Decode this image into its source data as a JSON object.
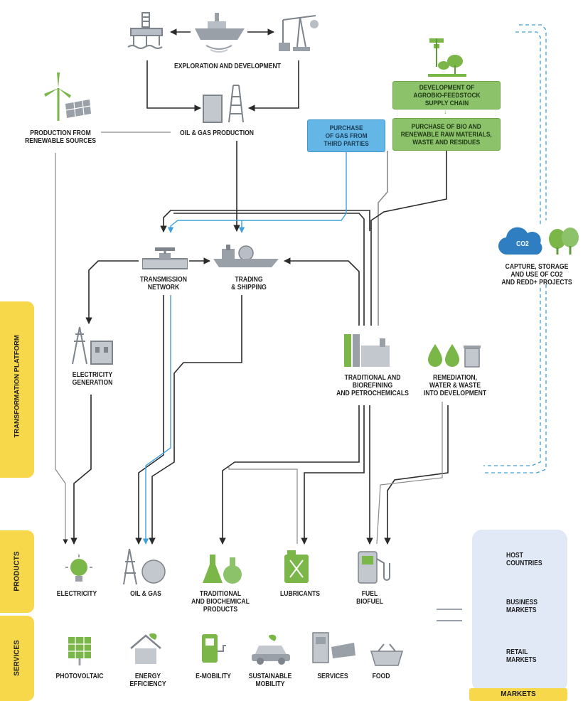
{
  "nodes": {
    "exploration": "EXPLORATION AND DEVELOPMENT",
    "oil_gas_production": "OIL & GAS PRODUCTION",
    "renewable_production": "PRODUCTION FROM\nRENEWABLE SOURCES",
    "purchase_gas": "PURCHASE\nOF GAS FROM\nTHIRD PARTIES",
    "agrobio": "DEVELOPMENT OF\nAGROBIO-FEEDSTOCK\nSUPPLY CHAIN",
    "purchase_bio": "PURCHASE OF BIO AND\nRENEWABLE RAW MATERIALS,\nWASTE AND RESIDUES",
    "transmission": "TRANSMISSION\nNETWORK",
    "trading": "TRADING\n& SHIPPING",
    "ccs": "CAPTURE, STORAGE\nAND USE OF CO2\nAND REDD+ PROJECTS",
    "co2_badge": "CO2",
    "electricity_generation": "ELECTRICITY\nGENERATION",
    "refining": "TRADITIONAL AND\nBIOREFINING\nAND PETROCHEMICALS",
    "remediation": "REMEDIATION,\nWATER & WASTE\nINTO DEVELOPMENT"
  },
  "sidebars": {
    "transformation": "TRANSFORMATION PLATFORM",
    "products": "PRODUCTS",
    "services": "SERVICES"
  },
  "products": [
    "ELECTRICITY",
    "OIL & GAS",
    "TRADITIONAL\nAND BIOCHEMICAL\nPRODUCTS",
    "LUBRICANTS",
    "FUEL\nBIOFUEL"
  ],
  "services": [
    "PHOTOVOLTAIC",
    "ENERGY\nEFFICIENCY",
    "E-MOBILITY",
    "SUSTAINABLE\nMOBILITY",
    "SERVICES",
    "FOOD"
  ],
  "markets": {
    "items": [
      "HOST\nCOUNTRIES",
      "BUSINESS\nMARKETS",
      "RETAIL\nMARKETS"
    ],
    "title": "MARKETS"
  },
  "colors": {
    "line": "#2a2a2a",
    "gray_line": "#8a8a8a",
    "blue_line": "#3ea1db",
    "green_box": "#8cc36a",
    "blue_box": "#63b6e6",
    "sidebar": "#f6d84a",
    "market_panel": "#e2e9f6",
    "icon_gray": "#9aa0a8",
    "icon_green": "#7ab648"
  }
}
